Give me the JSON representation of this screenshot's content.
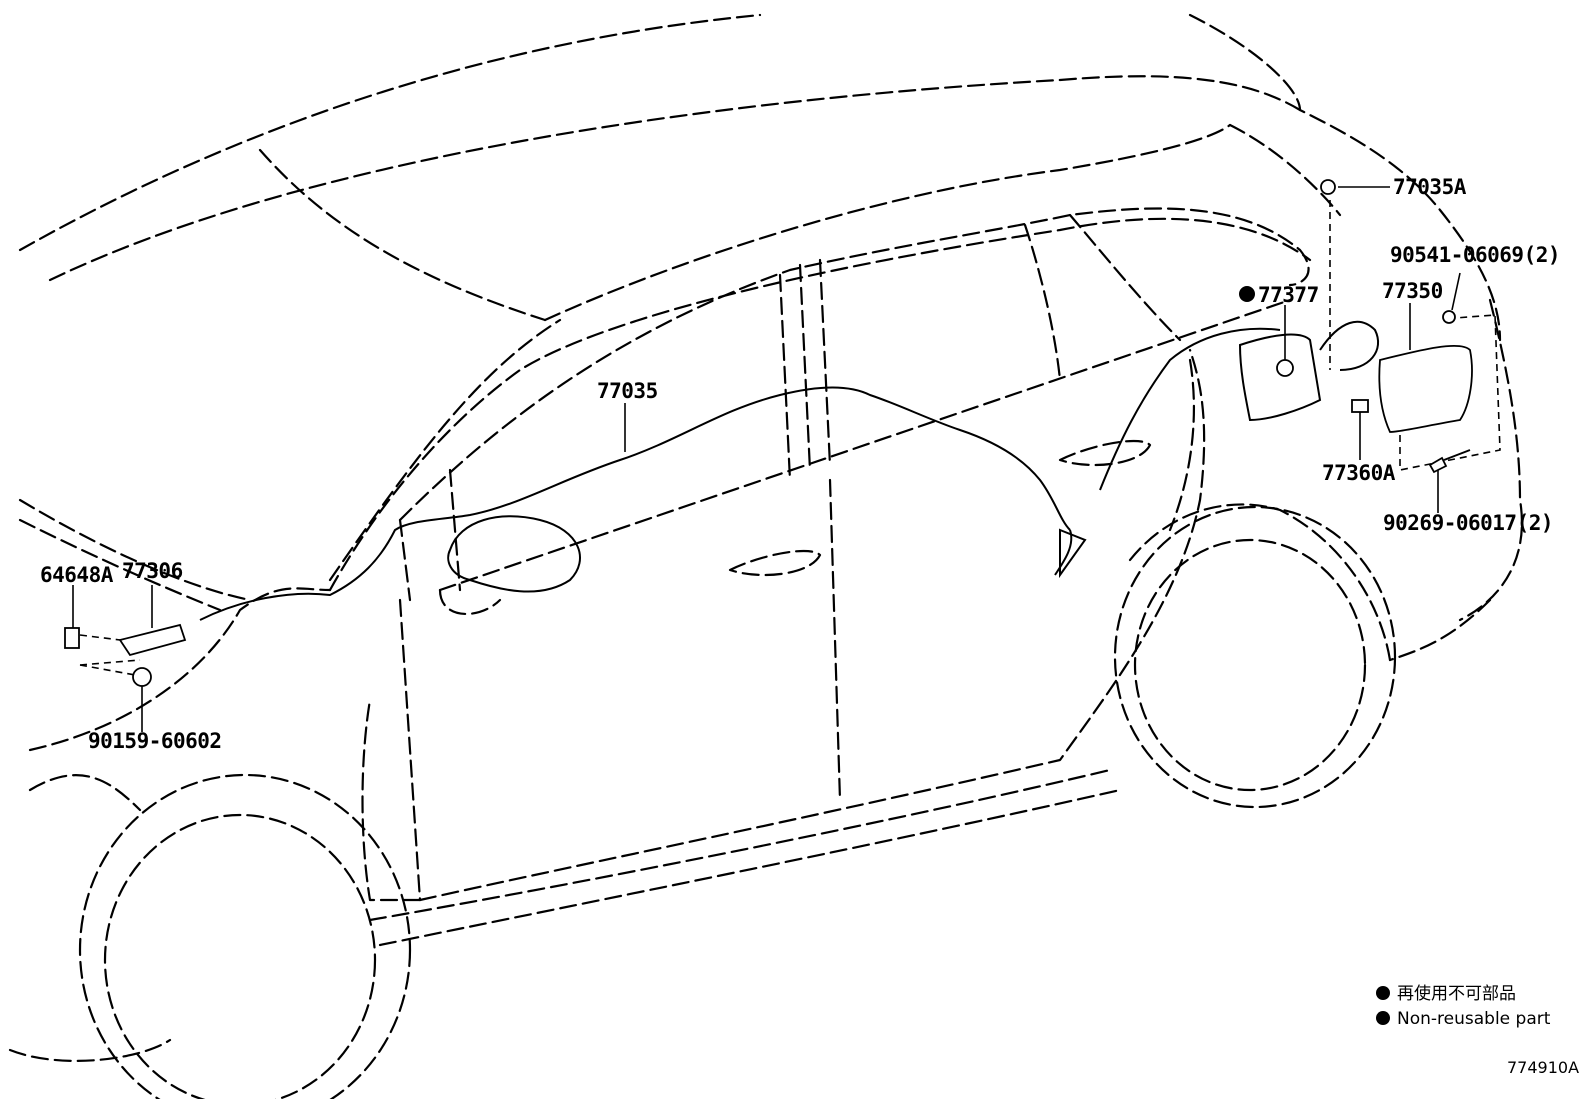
{
  "parts": {
    "p77035A": "77035A",
    "p90541": "90541-06069(2)",
    "p77377": "77377",
    "p77350": "77350",
    "p77035": "77035",
    "p77360A": "77360A",
    "p90269": "90269-06017(2)",
    "p64648A": "64648A",
    "p77306": "77306",
    "p90159": "90159-60602"
  },
  "legend": {
    "japanese": "再使用不可部品",
    "english": "Non-reusable part"
  },
  "illustration_code": "774910A"
}
